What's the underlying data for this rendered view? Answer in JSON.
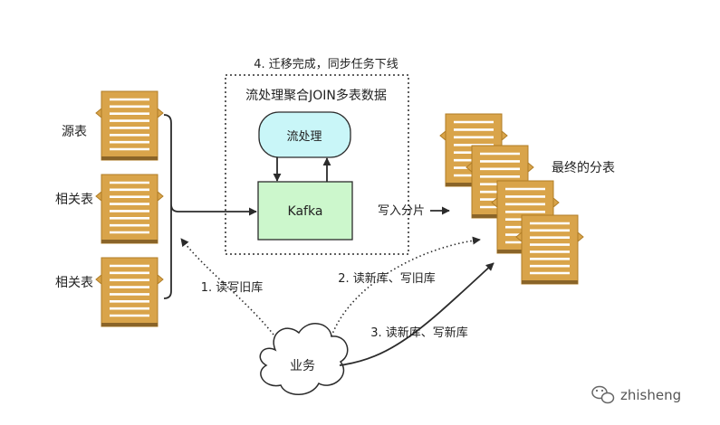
{
  "colors": {
    "doc_fill": "#d9a44a",
    "doc_border": "#b07d26",
    "doc_shadow": "#8a6428",
    "line_white": "#ffffff",
    "stream_fill": "#c9f6f8",
    "kafka_fill": "#ccf7cc",
    "stroke": "#2b2b2b",
    "watermark": "#555555"
  },
  "labels": {
    "source_table": "源表",
    "related_table_1": "相关表",
    "related_table_2": "相关表",
    "stream_box_title": "流处理聚合JOIN多表数据",
    "migration_done": "4. 迁移完成，同步任务下线",
    "stream_node": "流处理",
    "kafka_node": "Kafka",
    "write_shards": "写入分片",
    "final_shards": "最终的分表",
    "read_old": "1. 读写旧库",
    "read_new_write_old": "2. 读新库、写旧库",
    "read_new_write_new": "3. 读新库、写新库",
    "business": "业务"
  },
  "watermark": {
    "text": "zhisheng",
    "icon": "wechat-icon"
  }
}
